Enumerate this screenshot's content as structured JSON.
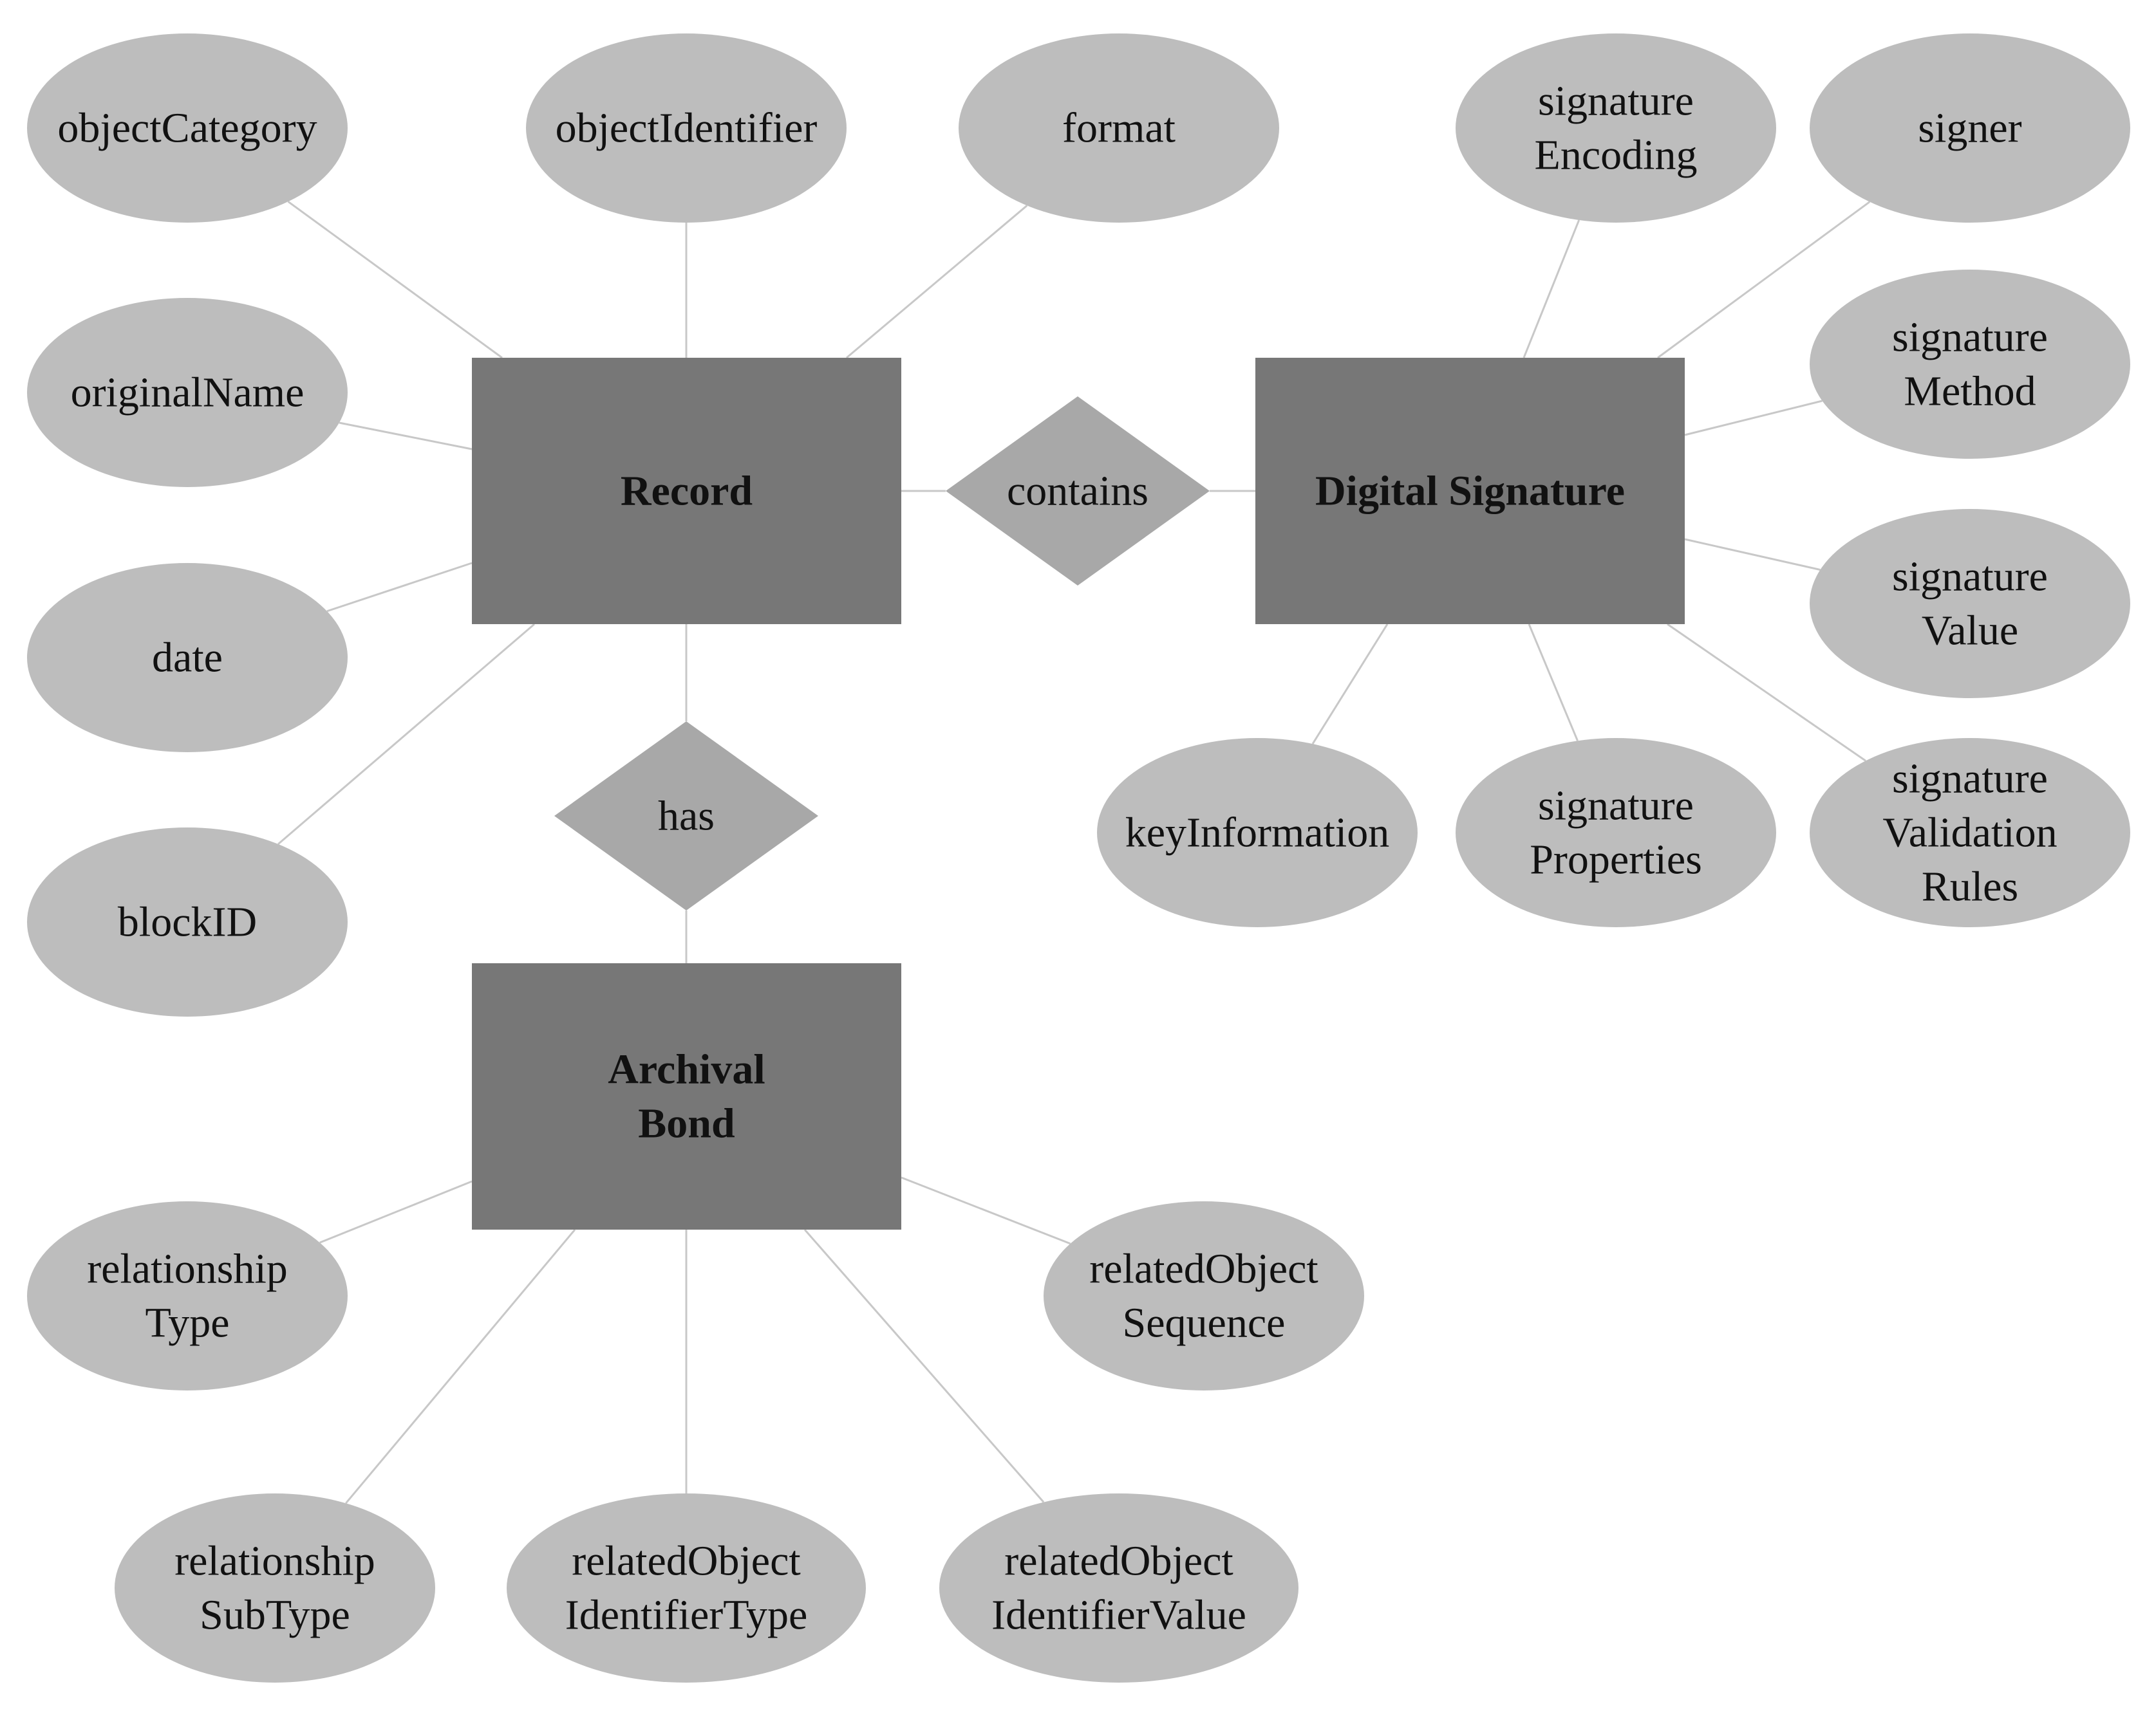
{
  "diagram": {
    "entities": [
      {
        "id": "record",
        "lines": [
          "Record"
        ]
      },
      {
        "id": "digital_signature",
        "lines": [
          "Digital Signature"
        ]
      },
      {
        "id": "archival_bond",
        "lines": [
          "Archival",
          "Bond"
        ]
      }
    ],
    "relationships": [
      {
        "id": "contains",
        "label": "contains",
        "from": "record",
        "to": "digital_signature"
      },
      {
        "id": "has",
        "label": "has",
        "from": "record",
        "to": "archival_bond"
      }
    ],
    "attributes": {
      "record": [
        {
          "id": "objectCategory",
          "lines": [
            "objectCategory"
          ]
        },
        {
          "id": "objectIdentifier",
          "lines": [
            "objectIdentifier"
          ]
        },
        {
          "id": "format",
          "lines": [
            "format"
          ]
        },
        {
          "id": "originalName",
          "lines": [
            "originalName"
          ]
        },
        {
          "id": "date",
          "lines": [
            "date"
          ]
        },
        {
          "id": "blockID",
          "lines": [
            "blockID"
          ]
        }
      ],
      "digital_signature": [
        {
          "id": "signatureEncoding",
          "lines": [
            "signature",
            "Encoding"
          ]
        },
        {
          "id": "signer",
          "lines": [
            "signer"
          ]
        },
        {
          "id": "signatureMethod",
          "lines": [
            "signature",
            "Method"
          ]
        },
        {
          "id": "signatureValue",
          "lines": [
            "signature",
            "Value"
          ]
        },
        {
          "id": "signatureValidationRules",
          "lines": [
            "signature",
            "Validation",
            "Rules"
          ]
        },
        {
          "id": "signatureProperties",
          "lines": [
            "signature",
            "Properties"
          ]
        },
        {
          "id": "keyInformation",
          "lines": [
            "keyInformation"
          ]
        }
      ],
      "archival_bond": [
        {
          "id": "relationshipType",
          "lines": [
            "relationship",
            "Type"
          ]
        },
        {
          "id": "relationshipSubType",
          "lines": [
            "relationship",
            "SubType"
          ]
        },
        {
          "id": "relatedObjectIdentifierType",
          "lines": [
            "relatedObject",
            "IdentifierType"
          ]
        },
        {
          "id": "relatedObjectIdentifierValue",
          "lines": [
            "relatedObject",
            "IdentifierValue"
          ]
        },
        {
          "id": "relatedObjectSequence",
          "lines": [
            "relatedObject",
            "Sequence"
          ]
        }
      ]
    },
    "colors": {
      "entity_fill": "#777777",
      "attribute_fill": "#bdbdbd",
      "relationship_fill": "#a8a8a8",
      "connector": "#c8c8c8",
      "text": "#111111"
    }
  }
}
